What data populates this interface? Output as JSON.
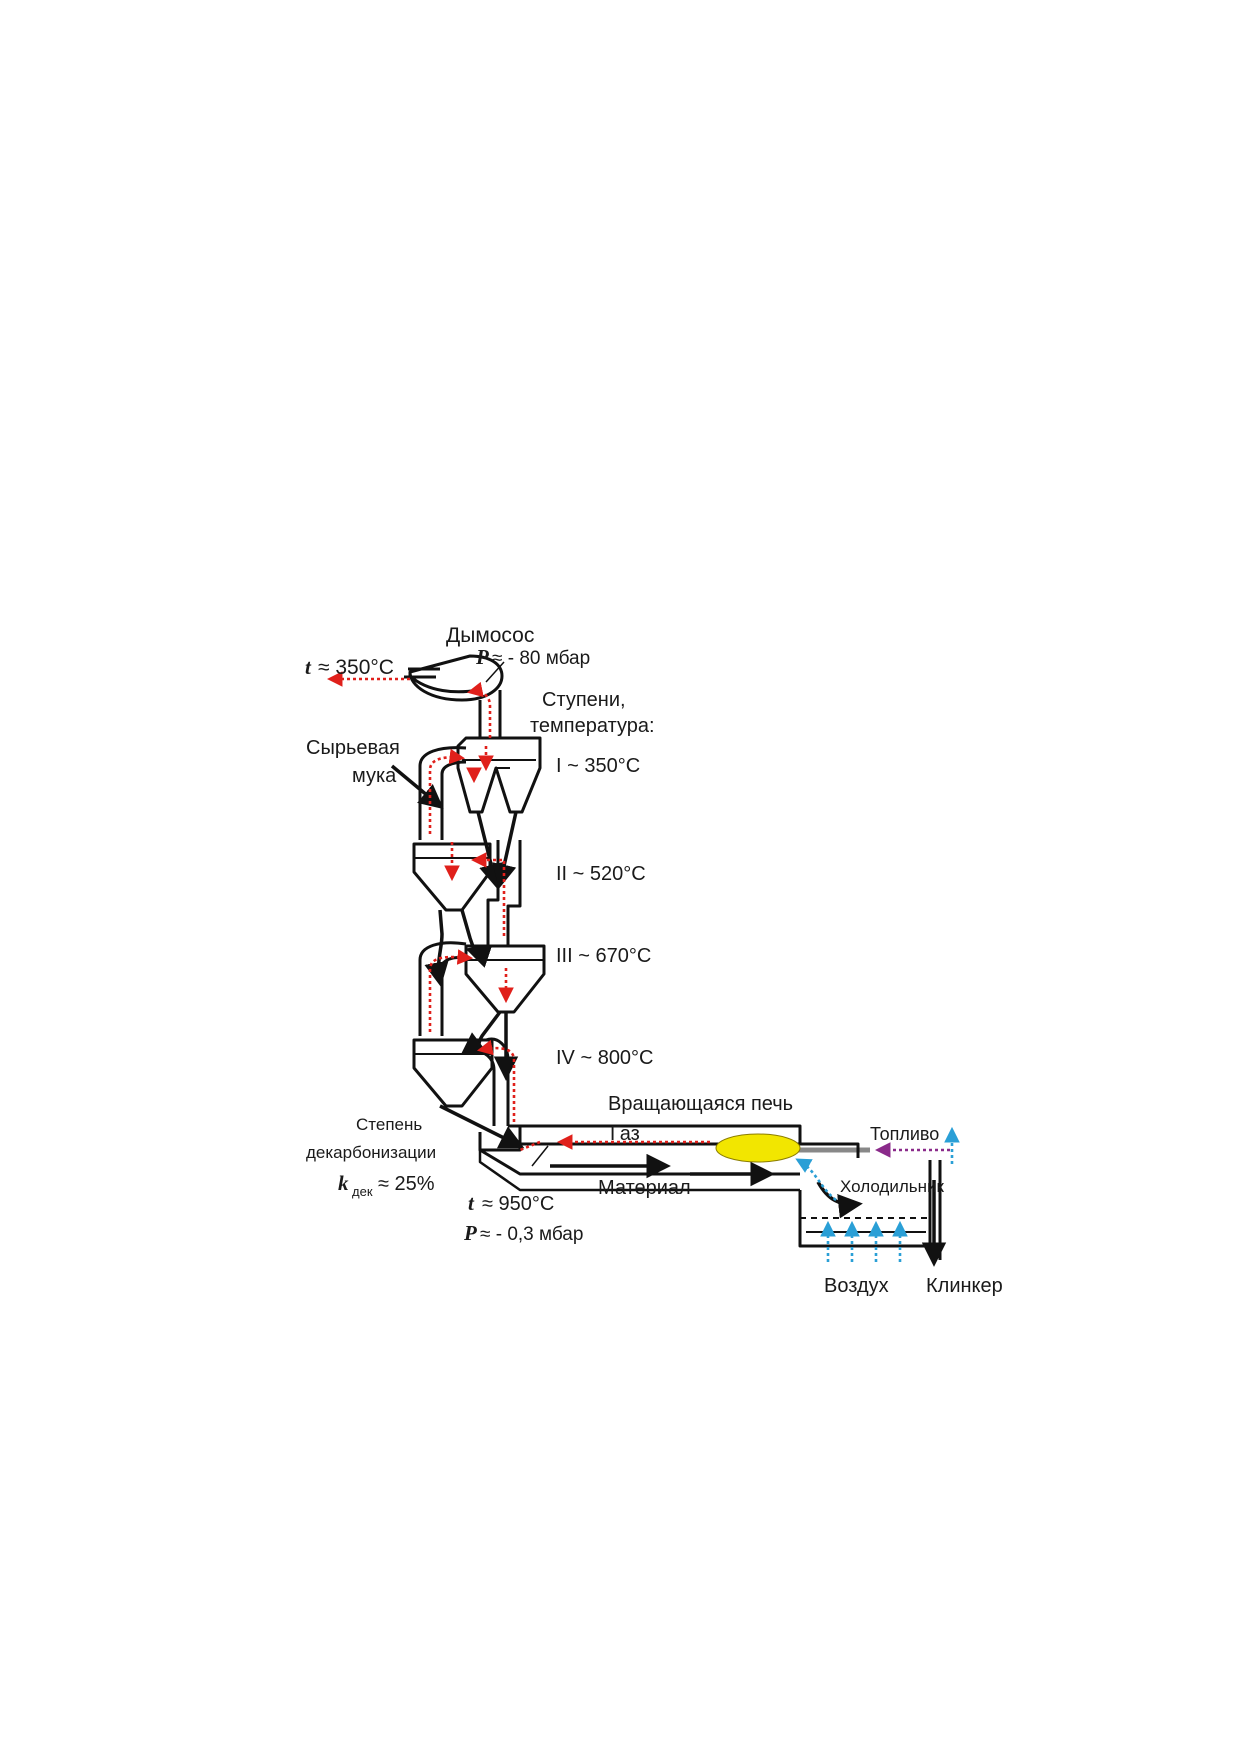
{
  "labels": {
    "fan": "Дымосос",
    "t_out_sym": "t",
    "t_out_val": "≈ 350°C",
    "p_top_sym": "P",
    "p_top_val": "≈ - 80 мбар",
    "stages_title_1": "Ступени,",
    "stages_title_2": "температура:",
    "raw_meal_1": "Сырьевая",
    "raw_meal_2": "мука",
    "stage_1": "I ~ 350°C",
    "stage_2": "II ~ 520°C",
    "stage_3": "III ~ 670°C",
    "stage_4": "IV ~ 800°C",
    "kiln": "Вращающаяся печь",
    "gas": "Газ",
    "fuel": "Топливо",
    "material": "Материал",
    "cooler": "Холодильник",
    "decarb_1": "Степень",
    "decarb_2": "декарбонизации",
    "k_sym": "k",
    "k_sub": "дек",
    "k_val": "≈ 25%",
    "t_in_sym": "t",
    "t_in_val": "≈ 950°C",
    "p_in_sym": "P",
    "p_in_val": "≈ - 0,3 мбар",
    "air": "Воздух",
    "clinker": "Клинкер"
  },
  "colors": {
    "gas_flow": "#e0201b",
    "material_flow": "#111111",
    "fuel_flow": "#8a2a8a",
    "air_flow": "#2a9fd6",
    "flame": "#f2e600"
  }
}
